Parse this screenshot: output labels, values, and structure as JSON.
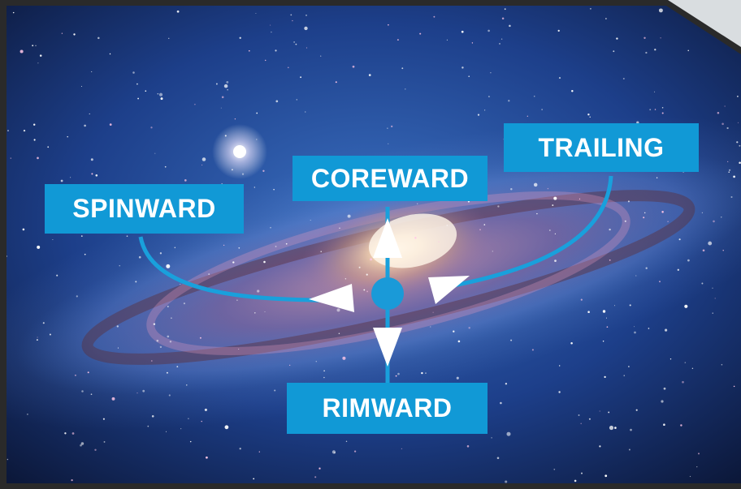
{
  "labels": {
    "spinward": "SPINWARD",
    "coreward": "COREWARD",
    "trailing": "TRAILING",
    "rimward": "RIMWARD"
  },
  "colors": {
    "label_bg": "#1199d6",
    "line": "#19a0dc",
    "arrow": "#ffffff",
    "space_dark": "#0d1a3a",
    "space_blue": "#3d74c4",
    "galaxy_core": "#f6dcc0",
    "galaxy_pink": "#d46aa0"
  }
}
